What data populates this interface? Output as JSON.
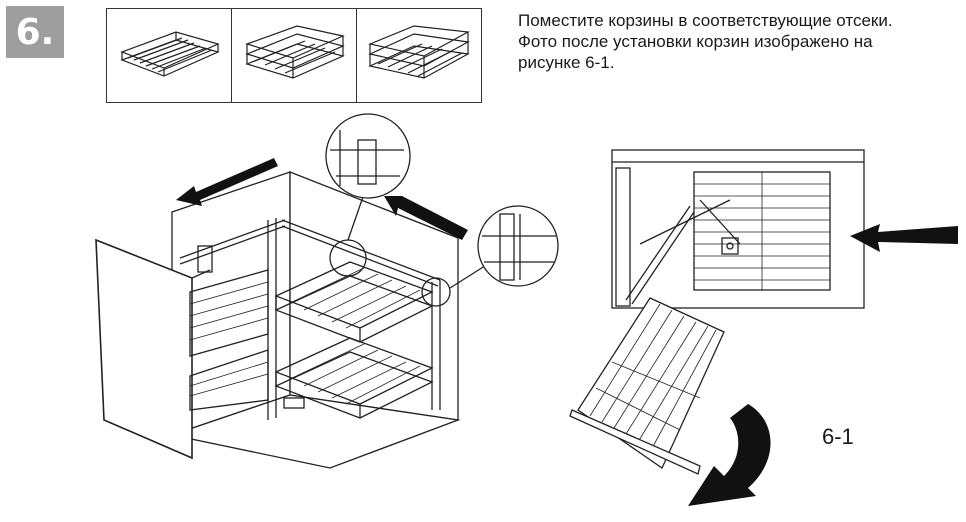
{
  "step": {
    "number": "6."
  },
  "instruction": {
    "lines": [
      "Поместите корзины в соответствующие отсеки.",
      "Фото после установки корзин изображено на",
      "рисунке 6-1."
    ]
  },
  "figure": {
    "label": "6-1"
  },
  "baskets": [
    {
      "icon": "single-tier-basket-icon"
    },
    {
      "icon": "double-tier-basket-icon"
    },
    {
      "icon": "double-tier-basket-icon"
    }
  ],
  "colors": {
    "badge": "#9e9e9e",
    "line": "#222222",
    "arrow": "#111111"
  }
}
